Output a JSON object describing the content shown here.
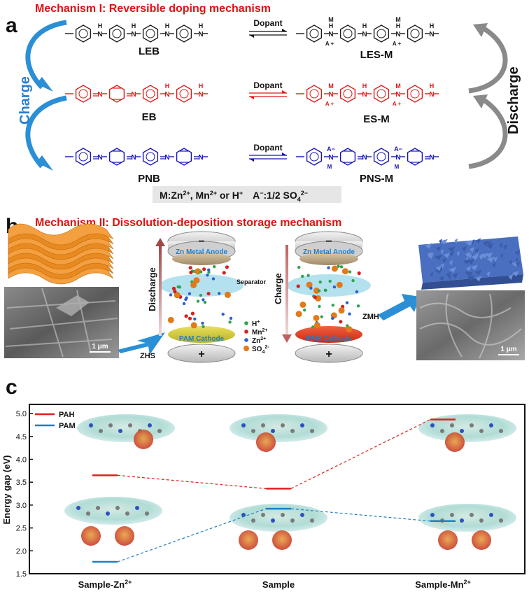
{
  "panel_a": {
    "label": "a",
    "title": "Mechanism I: Reversible doping mechanism",
    "charge_label": "Charge",
    "discharge_label": "Discharge",
    "dopant_label": "Dopant",
    "rows": [
      {
        "left": "LEB",
        "right": "LES-M",
        "color": "#1a1a1a"
      },
      {
        "left": "EB",
        "right": "ES-M",
        "color": "#e01818"
      },
      {
        "left": "PNB",
        "right": "PNS-M",
        "color": "#1414b4"
      }
    ],
    "atoms": {
      "H": "H",
      "N": "N",
      "M": "M",
      "A": "A",
      "minus": "−",
      "plus": "+"
    },
    "legend_M": "M:Zn",
    "legend_M_rest": ", Mn",
    "legend_M_tail": " or H",
    "legend_A": "A",
    "legend_A_rest": ":1/2 SO",
    "sup_2plus": "2+",
    "sup_plus": "+",
    "sup_minus": "−",
    "sup_2minus": "2−",
    "sub_4": "4"
  },
  "panel_b": {
    "label": "b",
    "title": "Mechanism II: Dissolution-deposition storage mechanism",
    "anode_label": "Zn Metal Anode",
    "cathode_label": "PAM Cathode",
    "separator_label": "Separator",
    "discharge_label": "Discharge",
    "charge_label": "Charge",
    "zhs_label": "ZHS",
    "zmh_label": "ZMH",
    "scale_bar": "1 μm",
    "minus": "−",
    "plus": "+",
    "ion_legend": [
      {
        "label": "H",
        "sup": "+",
        "color": "#2ea44f"
      },
      {
        "label": "Mn",
        "sup": "2+",
        "color": "#d42020"
      },
      {
        "label": "Zn",
        "sup": "2+",
        "color": "#2d5fd0"
      },
      {
        "label": "SO",
        "sub": "4",
        "sup": "2-",
        "color": "#e07a1a"
      }
    ]
  },
  "panel_c": {
    "label": "c"
  },
  "chart_data": {
    "type": "scatter",
    "title": "",
    "xlabel": "",
    "ylabel": "Energy gap (eV)",
    "ylim": [
      1.5,
      5.2
    ],
    "yticks": [
      "1.5",
      "2.0",
      "2.5",
      "3.0",
      "3.5",
      "4.0",
      "4.5",
      "5.0"
    ],
    "categories": [
      "Sample-Zn",
      "Sample",
      "Sample-Mn"
    ],
    "category_sups": [
      "2+",
      "",
      "2+"
    ],
    "series": [
      {
        "name": "PAH",
        "color": "#e02020",
        "values": [
          3.65,
          3.36,
          4.87
        ]
      },
      {
        "name": "PAM",
        "color": "#1f7fc4",
        "values": [
          1.76,
          2.92,
          2.65
        ]
      }
    ],
    "legend_position": "top-left",
    "grid": false
  }
}
